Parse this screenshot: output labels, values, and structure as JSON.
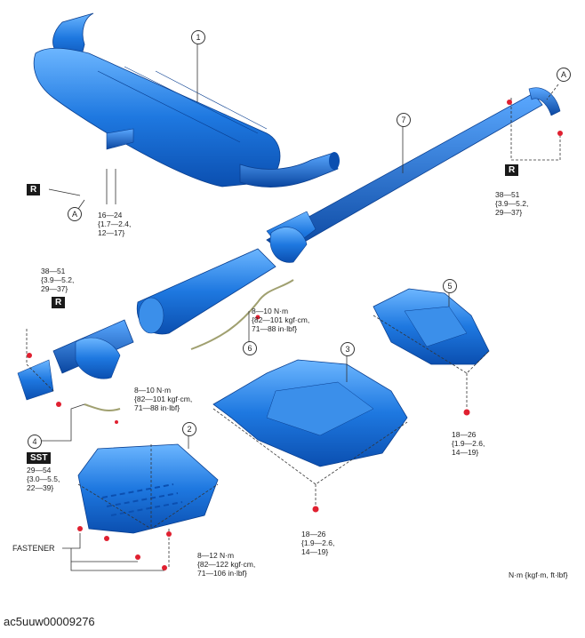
{
  "callouts": {
    "c1": "1",
    "c2": "2",
    "c3": "3",
    "c4": "4",
    "c5": "5",
    "c6": "6",
    "c7": "7",
    "ca1": "A",
    "ca2": "A"
  },
  "badges": {
    "r1": "R",
    "r2": "R",
    "r3": "R",
    "sst": "SST"
  },
  "torques": {
    "t_muffler": "16—24\n{1.7—2.4,\n12—17}",
    "t_right_flange": "38—51\n{3.9—5.2,\n29—37}",
    "t_left_flange": "38—51\n{3.9—5.2,\n29—37}",
    "t_sensor_upper": "8—10 N·m\n{82—101 kgf·cm,\n71—88 in·lbf}",
    "t_sensor_lower": "8—10 N·m\n{82—101 kgf·cm,\n71—88 in·lbf}",
    "t_sst": "29—54\n{3.0—5.5,\n22—39}",
    "t_cover2": "8—12 N·m\n{82—122 kgf·cm,\n71—106 in·lbf}",
    "t_cover3": "18—26\n{1.9—2.6,\n14—19}",
    "t_cover5": "18—26\n{1.9—2.6,\n14—19}"
  },
  "fastener_label": "FASTENER",
  "unit_legend": "N·m {kgf·m, ft·lbf}",
  "caption": "ac5uuw00009276",
  "colors": {
    "part_blue": "#1e78e0",
    "part_dark": "#0b4fb0",
    "part_light": "#6cb6ff",
    "bolt_red": "#e02030"
  }
}
